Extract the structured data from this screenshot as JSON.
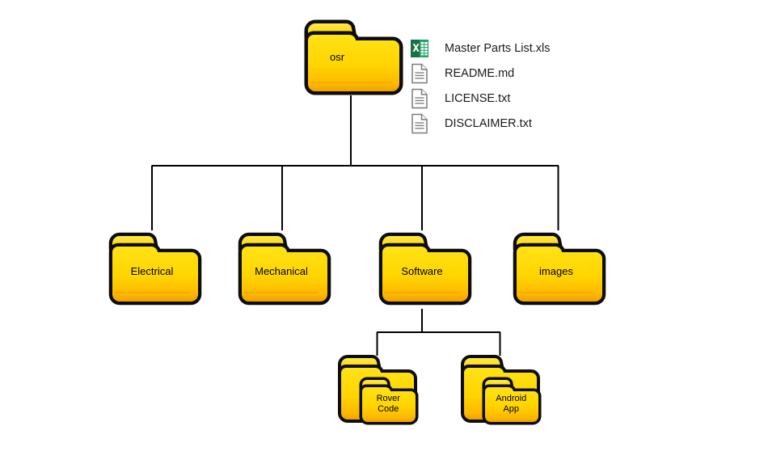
{
  "diagram": {
    "title": "osr repository folder structure",
    "type": "folder-tree",
    "colors": {
      "folder_fill_light": "#ffe62e",
      "folder_fill_mid": "#ffd400",
      "folder_fill_deep": "#f5a700",
      "folder_outline": "#0d0d0d",
      "connector_line": "#000000",
      "excel_green_dark": "#1d7044",
      "excel_green_light": "#21a366",
      "document_gray": "#7a7a7a",
      "label_text": "#000000",
      "background": "#ffffff"
    },
    "root": {
      "name": "osr",
      "icon": "folder-icon",
      "label": "osr"
    },
    "root_files": [
      {
        "name": "Master Parts List.xls",
        "icon": "excel-file-icon",
        "type": "xls"
      },
      {
        "name": "README.md",
        "icon": "document-file-icon",
        "type": "md"
      },
      {
        "name": "LICENSE.txt",
        "icon": "document-file-icon",
        "type": "txt"
      },
      {
        "name": "DISCLAIMER.txt",
        "icon": "document-file-icon",
        "type": "txt"
      }
    ],
    "children": [
      {
        "name": "Electrical",
        "label": "Electrical",
        "icon": "folder-icon"
      },
      {
        "name": "Mechanical",
        "label": "Mechanical",
        "icon": "folder-icon"
      },
      {
        "name": "Software",
        "label": "Software",
        "icon": "folder-icon"
      },
      {
        "name": "images",
        "label": "images",
        "icon": "folder-icon"
      }
    ],
    "software_children": [
      {
        "name": "Rover Code",
        "label": "Rover\nCode",
        "icon": "nested-folder-icon"
      },
      {
        "name": "Android App",
        "label": "Android\nApp",
        "icon": "nested-folder-icon"
      }
    ]
  }
}
